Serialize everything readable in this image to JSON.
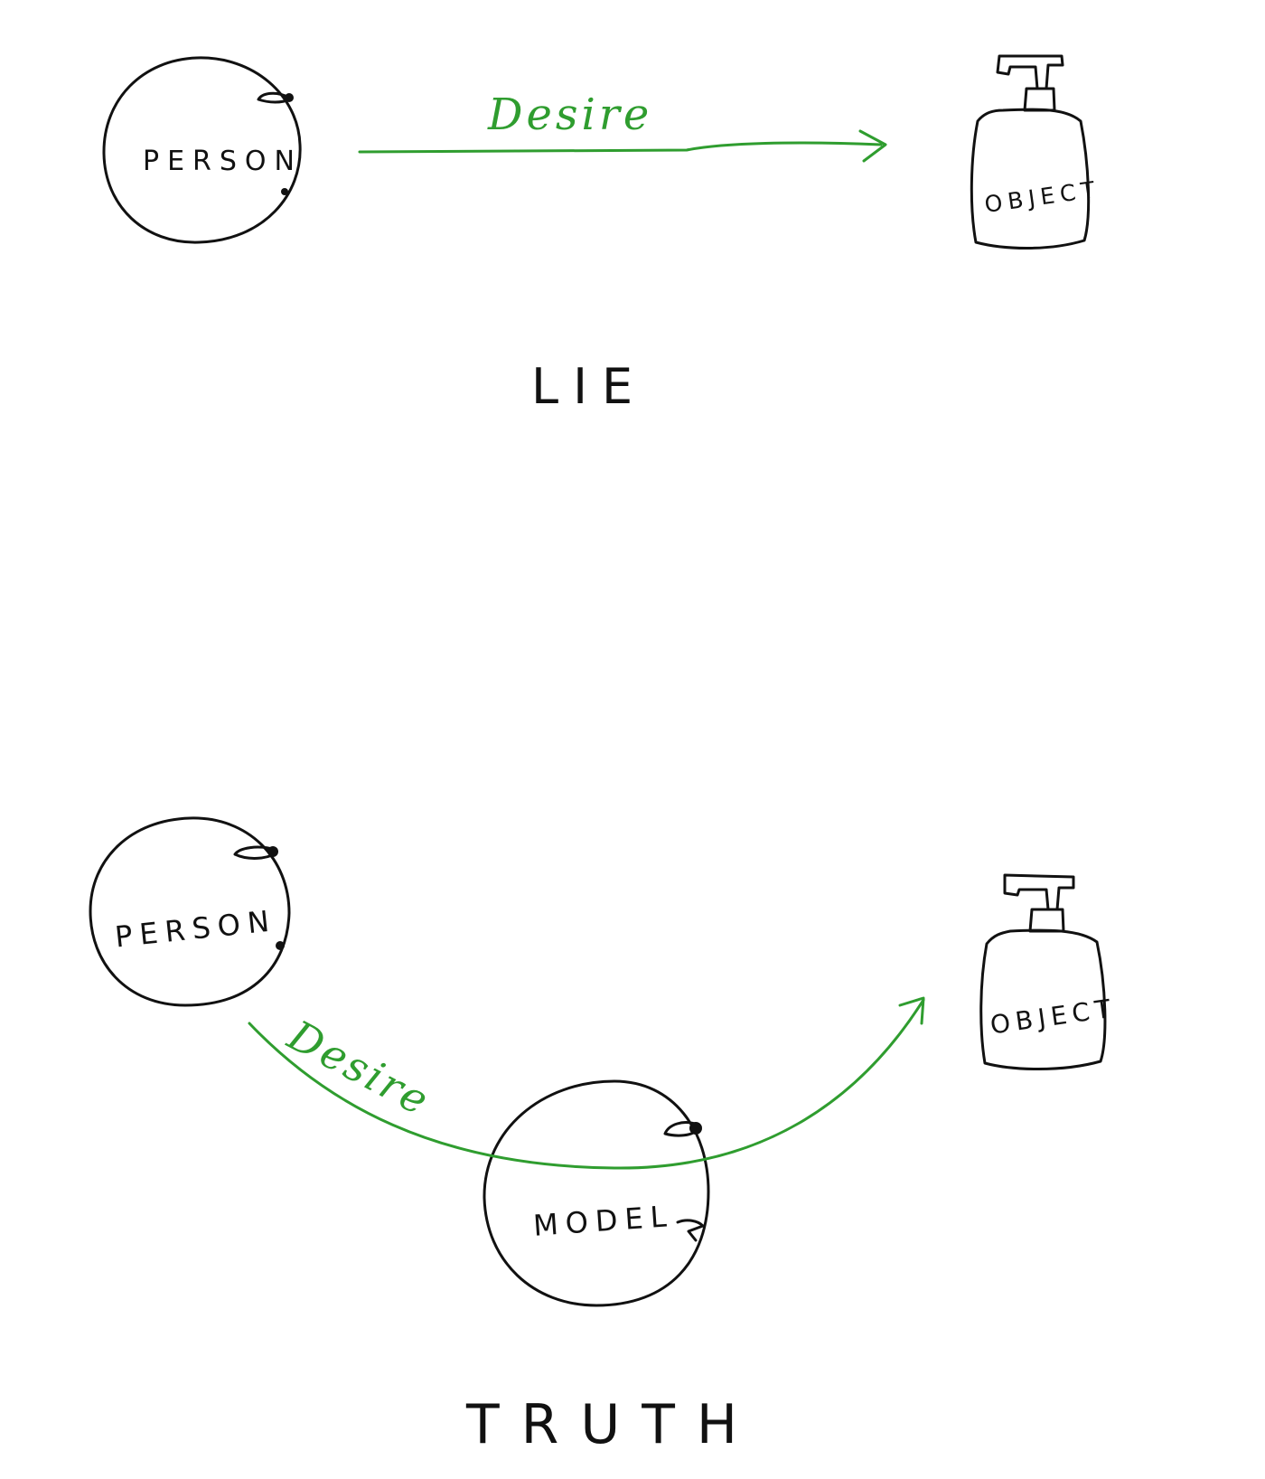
{
  "colors": {
    "ink": "#111111",
    "desire": "#2f9d2f",
    "background": "#ffffff"
  },
  "lie": {
    "person_label": "PERSON",
    "arrow_label": "Desire",
    "object_label": "OBJECT",
    "caption": "LIE"
  },
  "truth": {
    "person_label": "PERSON",
    "arrow_label": "Desire",
    "model_label": "MODEL",
    "object_label": "OBJECT",
    "caption": "TRUTH"
  }
}
